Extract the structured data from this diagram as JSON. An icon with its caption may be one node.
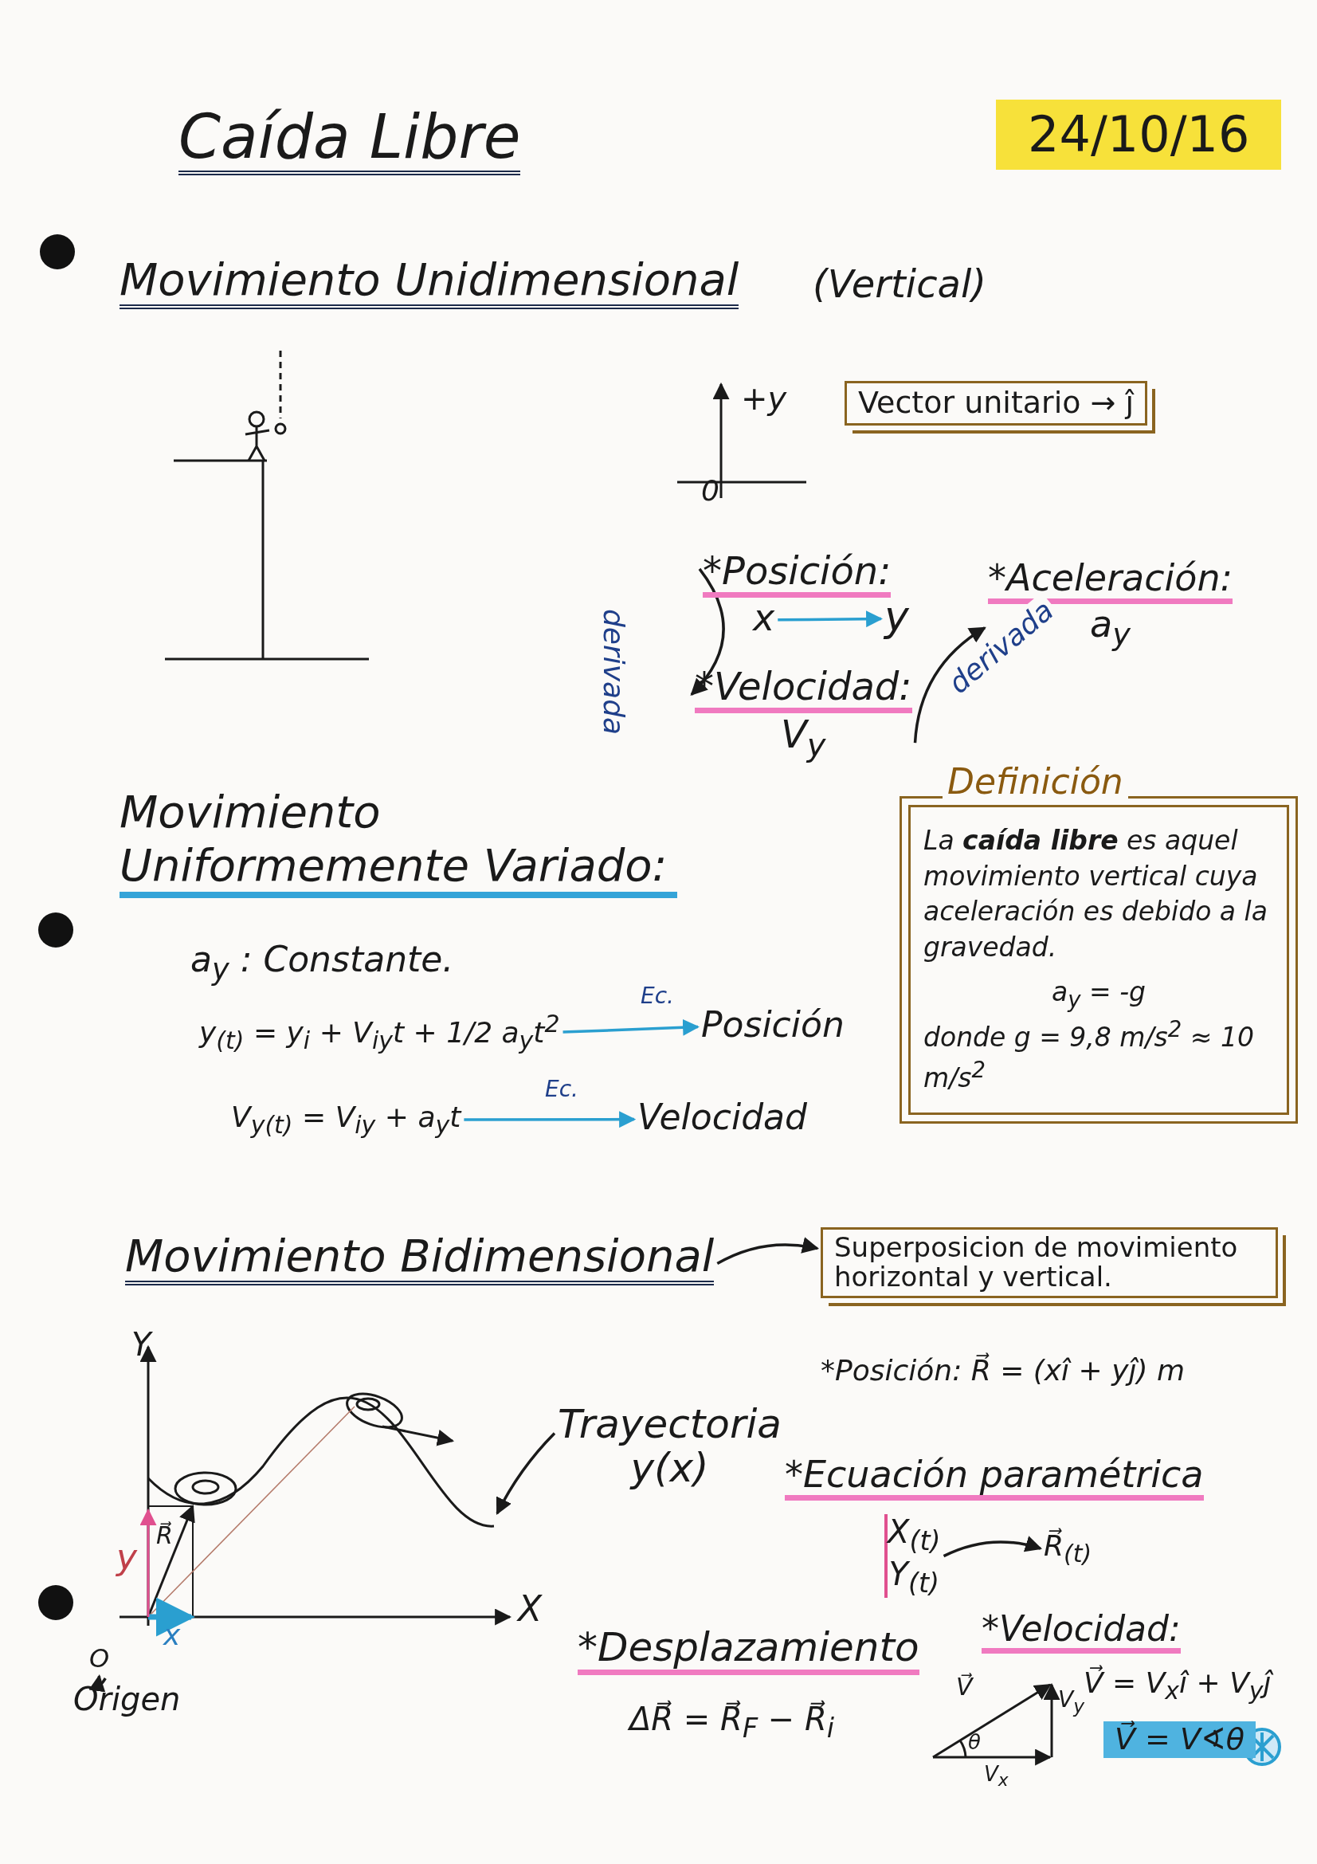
{
  "diagram": {
    "title": "Caída Libre",
    "nodes": [
      {
        "text": [
          "*Posición:"
        ]
      },
      {
        "text": [
          "x"
        ]
      },
      {
        "text": [
          "y"
        ]
      },
      {
        "text": [
          "*Velocidad:",
          "V$_{y}$"
        ]
      },
      {
        "text": [
          "*Aceleración:",
          "a$_{y}$"
        ]
      },
      {
        "text": [
          "y$_{(t)}$ = y$_{i}$ + V$_{iy}$t + 1/2 a$_{y}$t$^{2}$"
        ]
      },
      {
        "text": [
          "Posición"
        ]
      },
      {
        "text": [
          "V$_{y(t)}$ = V$_{iy}$ + a$_{y}$t"
        ]
      },
      {
        "text": [
          "Velocidad"
        ]
      },
      {
        "text": [
          "Definición",
          "La **caída libre** es aquel movimiento vertical cuya aceleración es debido a la gravedad.",
          "a$_{y}$ = -g",
          "donde g = 9,8 m/s$^{2}$ ≈ 10 m/s$^{2}$"
        ]
      },
      {
        "text": [
          "Movimiento Bidimensional"
        ]
      },
      {
        "text": [
          "Superposicion de movimiento horizontal y vertical."
        ]
      },
      {
        "text": [
          "Trayectoria",
          "y(x)"
        ]
      },
      {
        "text": [
          "Origen"
        ]
      },
      {
        "text": [
          "X$_{(t)}$",
          "Y$_{(t)}$"
        ]
      },
      {
        "text": [
          "R⃗$_{(t)}$"
        ]
      },
      {
        "text": [
          "Vector unitario → ĵ"
        ]
      },
      {
        "text": [],
        "shape": "curve"
      },
      {
        "text": [
          "O"
        ]
      }
    ],
    "edges": [
      {
        "from": 1,
        "to": 2,
        "arrow": "to",
        "color": "#2a9fd0"
      },
      {
        "from": 0,
        "to": 3,
        "arrow": "to",
        "label": "derivada"
      },
      {
        "from": 3,
        "to": 4,
        "arrow": "to",
        "label": "derivada"
      },
      {
        "from": 5,
        "to": 6,
        "arrow": "to",
        "label": "Ec.",
        "color": "#2a9fd0"
      },
      {
        "from": 7,
        "to": 8,
        "arrow": "to",
        "label": "Ec.",
        "color": "#2a9fd0"
      },
      {
        "from": 10,
        "to": 11,
        "arrow": "to"
      },
      {
        "from": 12,
        "to": 17,
        "arrow": "to"
      },
      {
        "from": 13,
        "to": 18,
        "arrow": "to"
      },
      {
        "from": 14,
        "to": 15,
        "arrow": "to"
      }
    ],
    "labels": [
      "24/10/16",
      "Movimiento Unidimensional",
      "(Vertical)",
      "+y",
      "0",
      "Movimiento Uniformemente Variado:",
      "a$_{y}$ : Constante.",
      "Y",
      "*Posición: R⃗ = (xî + yĵ) m",
      "*Ecuación paramétrica",
      "y",
      "R⃗",
      "X",
      "x",
      "*Desplazamiento",
      "*Velocidad:",
      "V⃗ = V$_{x}$î + V$_{y}$ĵ",
      "V⃗",
      "ΔR⃗ = R⃗$_{F}$ − R⃗$_{i}$",
      "V$_{y}$",
      "θ",
      "V⃗ = V∢θ",
      "V$_{x}$"
    ]
  }
}
